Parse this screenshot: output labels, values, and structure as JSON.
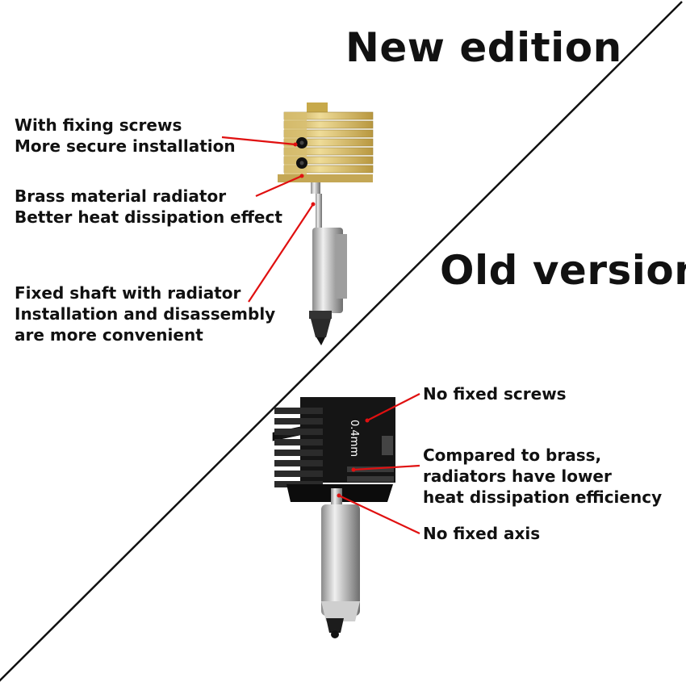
{
  "titles": {
    "new": "New edition",
    "old": "Old version"
  },
  "new_labels": [
    {
      "lines": [
        "With fixing screws",
        "More secure installation"
      ]
    },
    {
      "lines": [
        "Brass material radiator",
        "Better heat dissipation effect"
      ]
    },
    {
      "lines": [
        "Fixed shaft with radiator",
        "Installation and disassembly",
        "are more convenient"
      ]
    }
  ],
  "old_labels": [
    {
      "lines": [
        "No fixed screws"
      ]
    },
    {
      "lines": [
        "Compared to brass,",
        "radiators have lower",
        "heat dissipation efficiency"
      ]
    },
    {
      "lines": [
        "No fixed axis"
      ]
    }
  ],
  "nozzle_marking": "0.4mm",
  "colors": {
    "pointer": "#e01010",
    "divider": "#111111",
    "brass": "#d9c27a",
    "black_heatsink": "#1c1c1c",
    "steel": "#c9c9c9"
  }
}
